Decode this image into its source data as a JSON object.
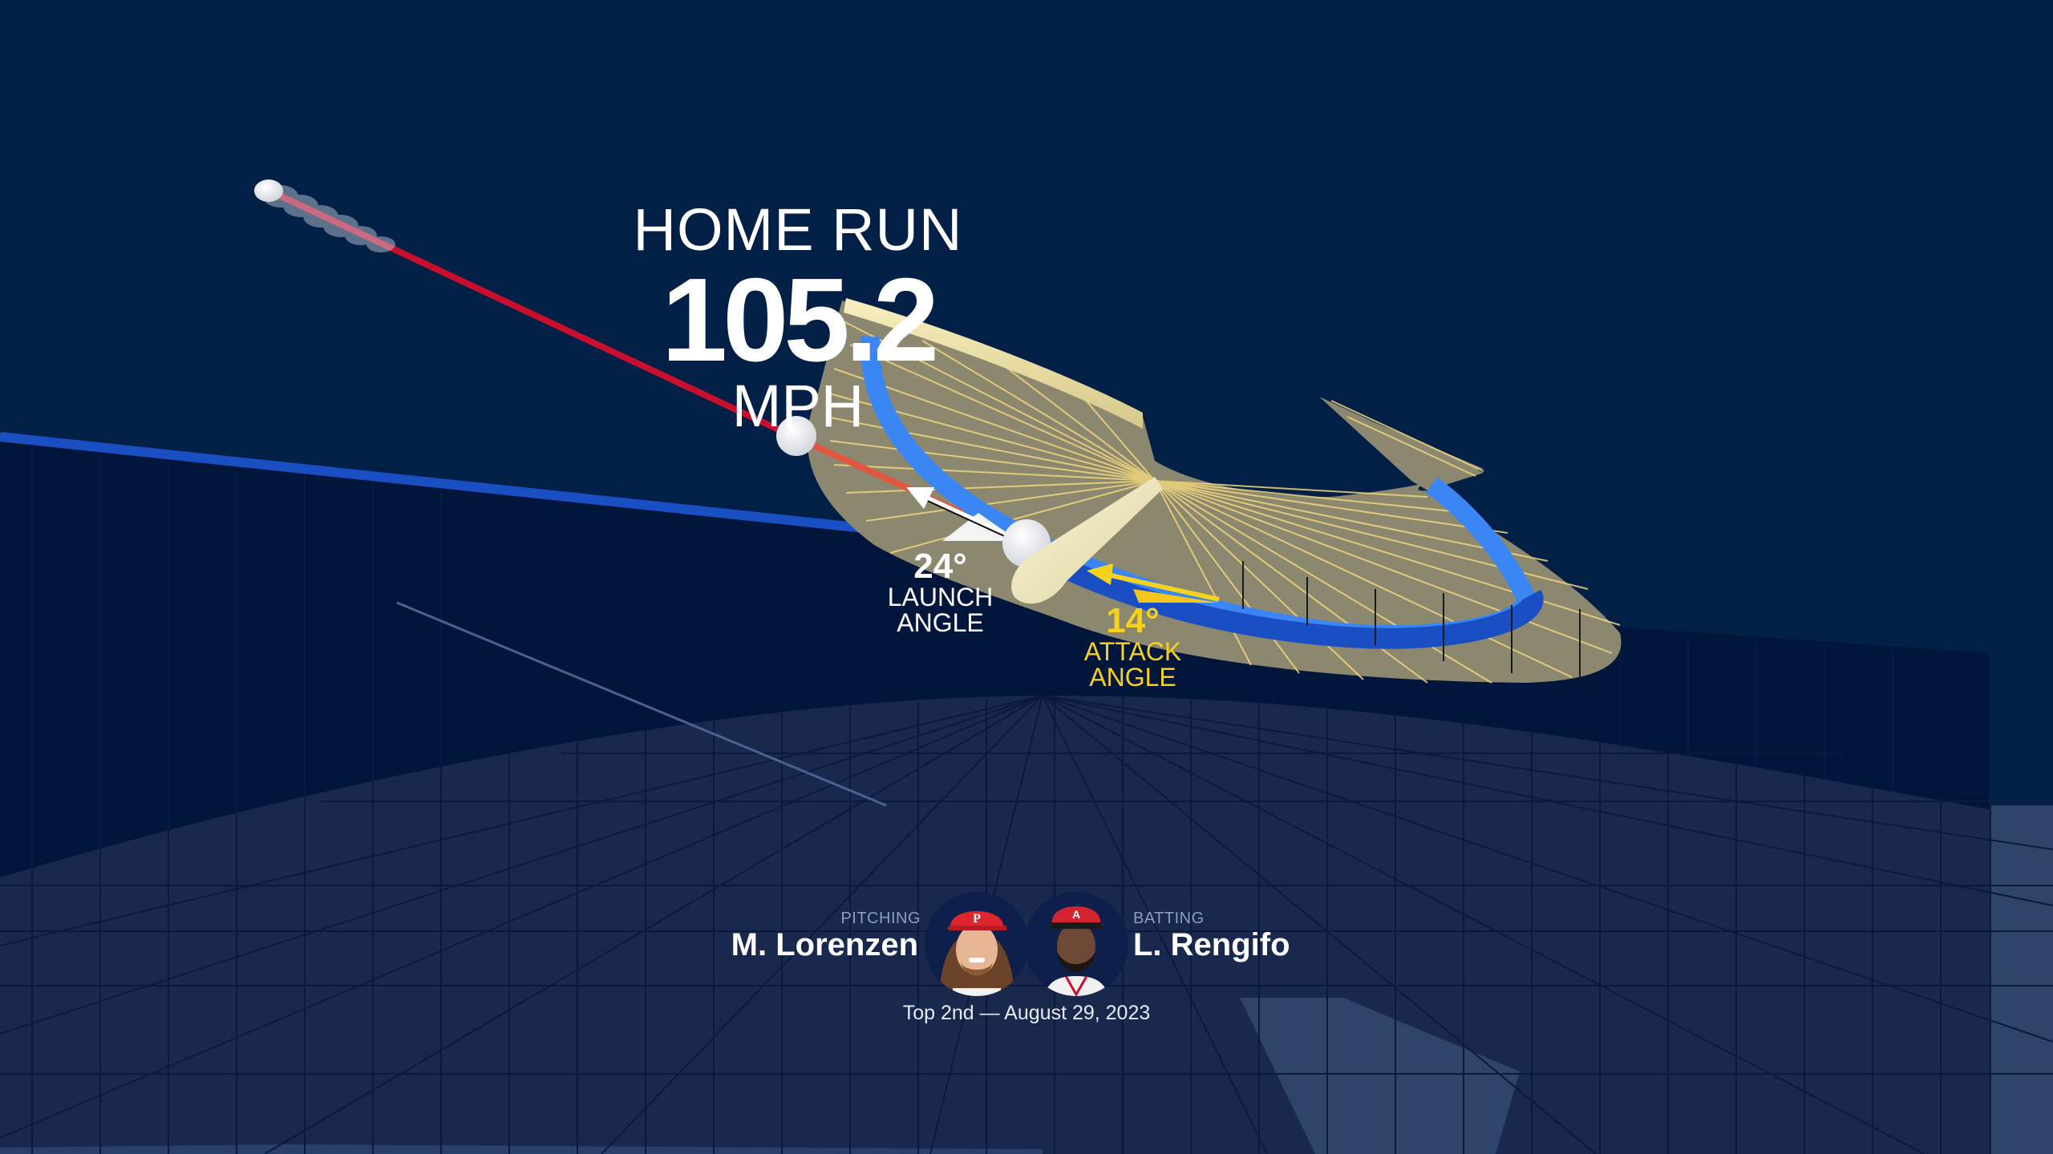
{
  "play": {
    "result": "HOME RUN",
    "exit_velocity": "105.2",
    "exit_velocity_unit": "MPH"
  },
  "launch_angle": {
    "value": "24°",
    "label_line1": "LAUNCH",
    "label_line2": "ANGLE"
  },
  "attack_angle": {
    "value": "14°",
    "label_line1": "ATTACK",
    "label_line2": "ANGLE"
  },
  "matchup": {
    "pitcher": {
      "role": "PITCHING",
      "name": "M. Lorenzen",
      "cap_logo": "P"
    },
    "batter": {
      "role": "BATTING",
      "name": "L. Rengifo",
      "cap_logo": "A"
    },
    "game_info": "Top 2nd — August 29, 2023"
  },
  "colors": {
    "background": "#021f45",
    "wall": "#01163a",
    "ground": "#19294e",
    "ground_light": "#2e4468",
    "grid_line": "#0b1a3c",
    "ball_path": "#c8102e",
    "pitch_path": "#1a4fc4",
    "swing_plane": "#8c8870",
    "swing_plane_lines": "#f1d67e",
    "bat_path_band": "#3a86f5",
    "bat": "#f2ebc0",
    "attack_angle": "#f6d21c",
    "launch_angle": "#ffffff",
    "role_label": "#8c9dc2"
  }
}
